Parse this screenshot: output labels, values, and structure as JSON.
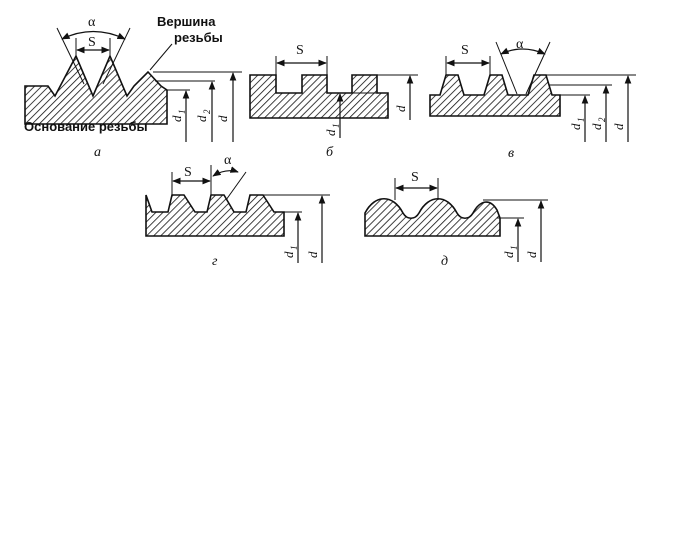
{
  "labels": {
    "alpha": "α",
    "pitch": "S",
    "d": "d",
    "d1": "d",
    "d1_sub": "1",
    "d2": "d",
    "d2_sub": "2",
    "crest_line1": "Вершина",
    "crest_line2": "резьбы",
    "root": "Основание резьбы"
  },
  "captions": {
    "a": "а",
    "b": "б",
    "v": "в",
    "g": "г",
    "d": "д"
  }
}
